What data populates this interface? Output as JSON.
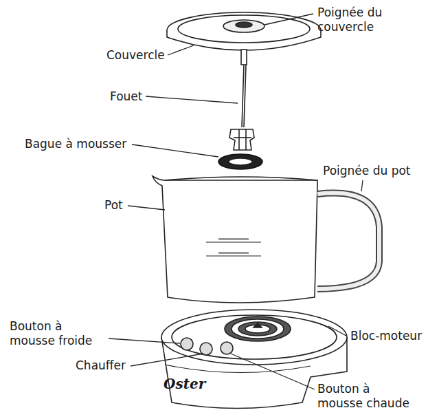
{
  "diagram": {
    "labels": [
      "Poignée du couvercle",
      "Couvercle",
      "Fouet",
      "Bague à mousser",
      "Pot",
      "Poignée du pot",
      "Bloc-moteur",
      "Bouton à mousse froide",
      "Chauffer",
      "Bouton à mousse chaude",
      "Oster"
    ]
  }
}
